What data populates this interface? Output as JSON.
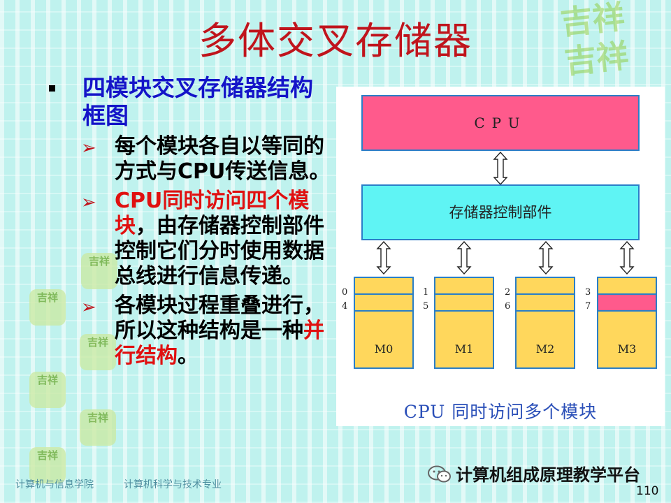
{
  "slide": {
    "title": "多体交叉存储器",
    "main_bullet": "四模块交叉存储器结构框图",
    "sub1": "每个模块各自以等同的方式与CPU传送信息。",
    "sub2_highlight": "CPU同时访问四个模块",
    "sub2_rest": "，由存储器控制部件控制它们分时使用数据总线进行信息传递。",
    "sub3_prefix": "各模块过程重叠进行，所以这种结构是一种",
    "sub3_highlight": "并行结构",
    "sub3_suffix": "。"
  },
  "diagram": {
    "cpu_label": "CPU",
    "controller_label": "存储器控制部件",
    "modules": [
      {
        "label": "M0",
        "addr_top": "0",
        "addr_bottom": "4"
      },
      {
        "label": "M1",
        "addr_top": "1",
        "addr_bottom": "5"
      },
      {
        "label": "M2",
        "addr_top": "2",
        "addr_bottom": "6"
      },
      {
        "label": "M3",
        "addr_top": "3",
        "addr_bottom": "7"
      }
    ],
    "caption": "CPU 同时访问多个模块",
    "colors": {
      "cpu": "#ff5a8c",
      "controller": "#5ff4f4",
      "module": "#ffd75c",
      "border": "#2a7ec8"
    }
  },
  "decor": {
    "seal_text": "吉祥",
    "seal_text_small": "吉祥"
  },
  "footer": {
    "dept": "计算机与信息学院",
    "major": "计算机科学与技术专业",
    "wechat_label": "计算机组成原理教学平台",
    "wechat_icon": "wechat-icon",
    "page_number": "110"
  }
}
